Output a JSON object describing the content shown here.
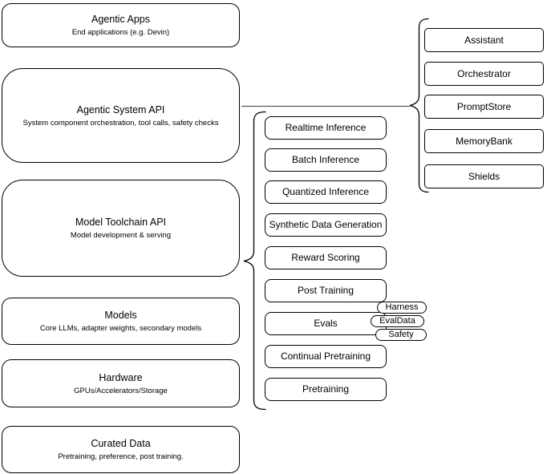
{
  "diagram": {
    "left_stack": [
      {
        "title": "Agentic Apps",
        "subtitle": "End applications (e.g. Devin)"
      },
      {
        "title": "Agentic System API",
        "subtitle": "System component orchestration, tool calls, safety checks"
      },
      {
        "title": "Model Toolchain API",
        "subtitle": "Model development & serving"
      },
      {
        "title": "Models",
        "subtitle": "Core LLMs, adapter weights, secondary models"
      },
      {
        "title": "Hardware",
        "subtitle": "GPUs/Accelerators/Storage"
      },
      {
        "title": "Curated Data",
        "subtitle": "Pretraining, preference, post training."
      }
    ],
    "toolchain_items": [
      "Realtime Inference",
      "Batch Inference",
      "Quantized Inference",
      "Synthetic Data Generation",
      "Reward Scoring",
      "Post Training",
      "Evals",
      "Continual Pretraining",
      "Pretraining"
    ],
    "evals_tags": [
      "Harness",
      "EvalData",
      "Safety"
    ],
    "system_components": [
      "Assistant",
      "Orchestrator",
      "PromptStore",
      "MemoryBank",
      "Shields"
    ],
    "colors": {
      "background": "#ffffff",
      "shape_stroke": "#000000",
      "connector_stroke": "#595959",
      "text": "#000000"
    }
  }
}
